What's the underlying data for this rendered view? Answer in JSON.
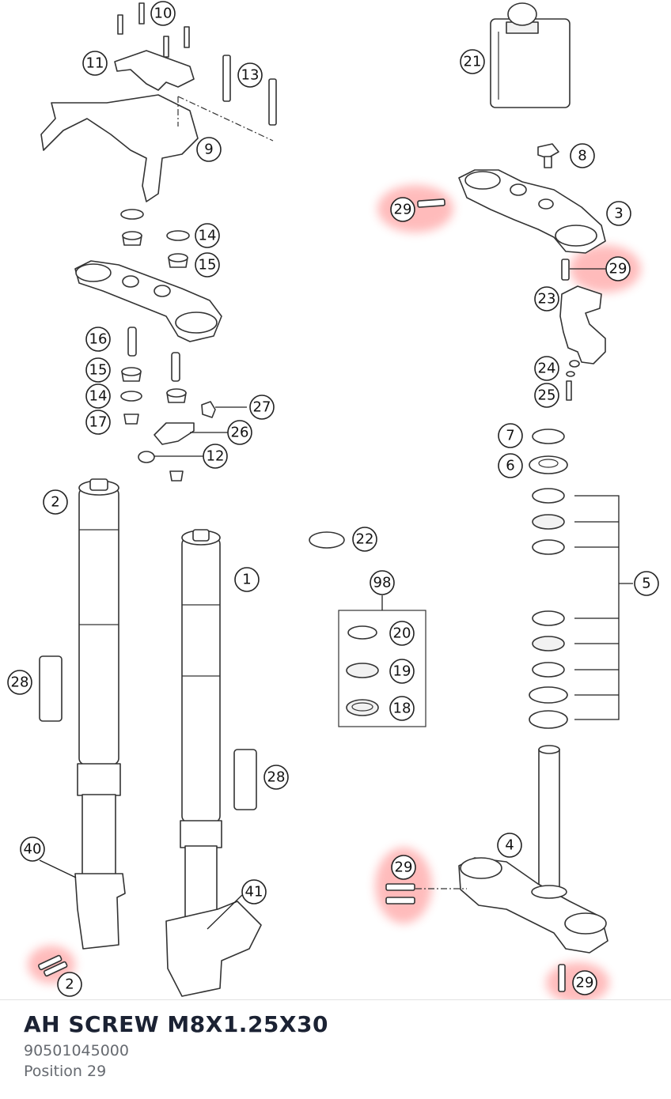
{
  "part": {
    "title": "AH SCREW M8X1.25X30",
    "number": "90501045000",
    "position": "Position 29"
  },
  "highlight_color": "#ff6b6b",
  "callouts": [
    "10",
    "11",
    "13",
    "9",
    "21",
    "8",
    "29",
    "3",
    "29",
    "14",
    "15",
    "16",
    "15",
    "14",
    "17",
    "27",
    "26",
    "12",
    "23",
    "24",
    "25",
    "7",
    "6",
    "2",
    "1",
    "22",
    "98",
    "20",
    "19",
    "18",
    "5",
    "28",
    "28",
    "40",
    "41",
    "29",
    "4",
    "2",
    "29"
  ]
}
